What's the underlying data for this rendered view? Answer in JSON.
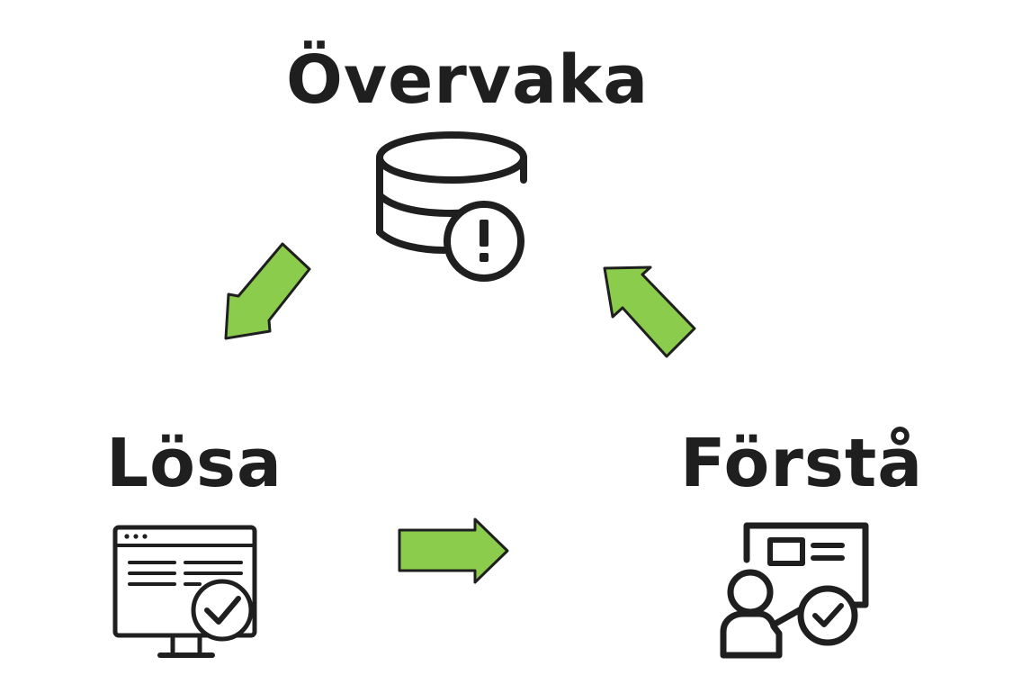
{
  "nodes": {
    "monitor": {
      "label": "Övervaka",
      "icon": "database-alert-icon"
    },
    "solve": {
      "label": "Lösa",
      "icon": "monitor-checkmark-icon"
    },
    "understand": {
      "label": "Förstå",
      "icon": "presenter-checkmark-icon"
    }
  },
  "colors": {
    "arrow_fill": "#8ccc4c",
    "arrow_stroke": "#1f1f1f",
    "text": "#1f1f1f",
    "icon_stroke": "#1f1f1f"
  },
  "flow": [
    {
      "from": "monitor",
      "to": "solve"
    },
    {
      "from": "solve",
      "to": "understand"
    },
    {
      "from": "understand",
      "to": "monitor"
    }
  ]
}
